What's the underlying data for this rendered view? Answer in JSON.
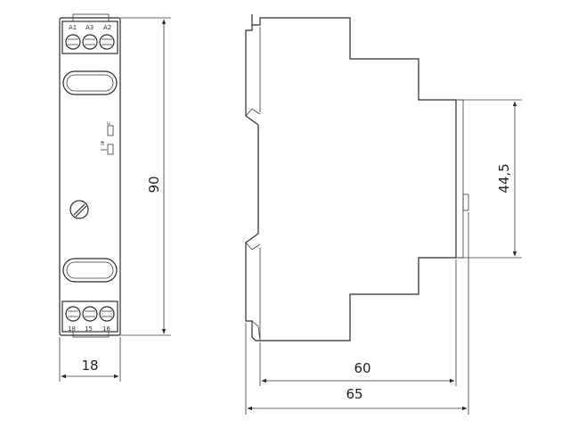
{
  "terminals_top": [
    "A1",
    "A3",
    "A2"
  ],
  "terminals_bottom": [
    "18",
    "15",
    "16"
  ],
  "symbols": {
    "symbol_u": "u",
    "symbol_ft": "ft"
  },
  "dimensions": {
    "height": "90",
    "width_front": "18",
    "depth_body": "60",
    "depth_total": "65",
    "front_height": "44,5"
  }
}
